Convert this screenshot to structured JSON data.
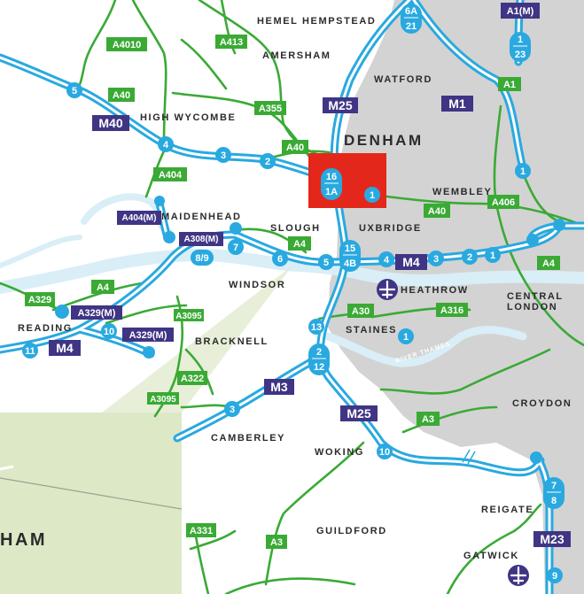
{
  "colors": {
    "motorway": "#29a9e0",
    "motorway_core": "#ffffff",
    "a_road": "#3aaa35",
    "a_road_badge": "#3aaa35",
    "m_badge": "#3f3584",
    "urban_area": "#d3d3d3",
    "water": "#d9eef7",
    "inset": "#dde8c7",
    "denham_marker": "#e3281b"
  },
  "towns": {
    "hemel": "HEMEL HEMPSTEAD",
    "amersham": "AMERSHAM",
    "watford": "WATFORD",
    "high_wycombe": "HIGH WYCOMBE",
    "denham": "DENHAM",
    "wembley": "WEMBLEY",
    "maidenhead": "MAIDENHEAD",
    "slough": "SLOUGH",
    "uxbridge": "UXBRIDGE",
    "windsor": "WINDSOR",
    "heathrow": "HEATHROW",
    "central_london": [
      "CENTRAL",
      "LONDON"
    ],
    "reading": "READING",
    "staines": "STAINES",
    "bracknell": "BRACKNELL",
    "croydon": "CROYDON",
    "camberley": "CAMBERLEY",
    "woking": "WOKING",
    "reigate": "REIGATE",
    "guildford": "GUILDFORD",
    "gatwick": "GATWICK",
    "inset_denham": "HAM"
  },
  "river": "RIVER THAMES",
  "a_roads": {
    "a4010": "A4010",
    "a413": "A413",
    "a40_west": "A40",
    "a355": "A355",
    "a40_mid": "A40",
    "a404": "A404",
    "a404m": "A404(M)",
    "a308m": "A308(M)",
    "a4_slough": "A4",
    "a40_uxbridge": "A40",
    "a406": "A406",
    "a4_east": "A4",
    "a1": "A1",
    "a1m": "A1(M)",
    "a329": "A329",
    "a4_reading": "A4",
    "a329m_1": "A329(M)",
    "a329m_2": "A329(M)",
    "a3095_1": "A3095",
    "a30": "A30",
    "a316": "A316",
    "a322": "A322",
    "a3095_2": "A3095",
    "a3_east": "A3",
    "a331": "A331",
    "a3_south": "A3"
  },
  "motorways": {
    "m25_north": "M25",
    "m1": "M1",
    "m40": "M40",
    "m4_east": "M4",
    "m4_west": "M4",
    "m3": "M3",
    "m25_south": "M25",
    "m23": "M23"
  },
  "junctions": {
    "m1_6a": "6A",
    "m1_21": "21",
    "a1m_1": "1",
    "a1m_23": "23",
    "m40_5": "5",
    "m40_4": "4",
    "m40_3": "3",
    "m40_2": "2",
    "m40_1": "1",
    "m25_16": "16",
    "m25_1a": "1A",
    "a406_1": "1",
    "m25_15": "15",
    "m25_4b": "4B",
    "m4_4": "4",
    "m4_3": "3",
    "m4_2": "2",
    "m4_1": "1",
    "m4_5": "5",
    "m4_6": "6",
    "m4_7": "7",
    "m4_8_9": "8/9",
    "m4_10": "10",
    "m4_11": "11",
    "m25_13": "13",
    "m25_2": "2",
    "m25_12": "12",
    "m3_1": "1",
    "m3_3": "3",
    "m25_10": "10",
    "m23_7": "7",
    "m23_8": "8",
    "m23_9": "9"
  }
}
